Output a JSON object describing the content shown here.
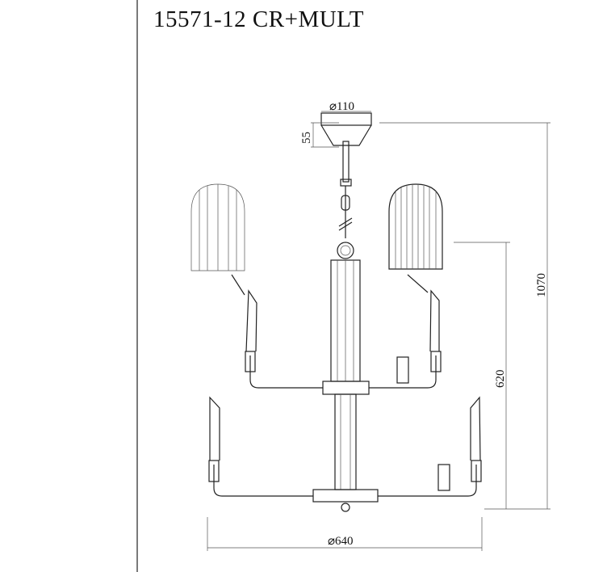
{
  "title": "15571-12 CR+MULT",
  "dimensions": {
    "canopy_diameter": "⌀110",
    "canopy_height": "55",
    "total_height": "1070",
    "body_height": "620",
    "diameter": "⌀640"
  }
}
